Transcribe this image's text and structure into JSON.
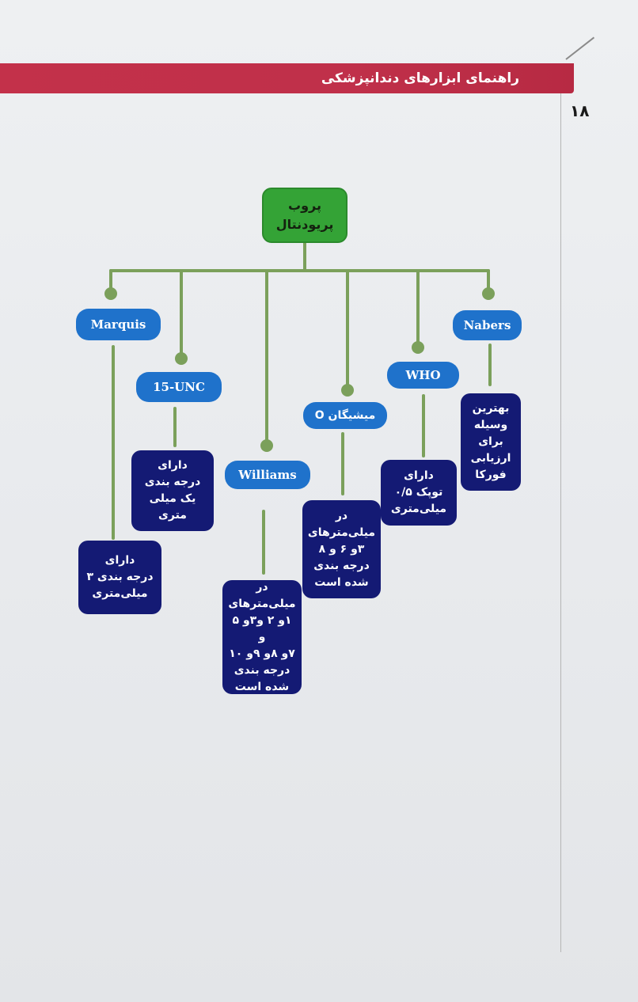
{
  "header": {
    "title": "راهنمای ابزارهای دندانپزشکی",
    "page_number": "۱۸"
  },
  "diagram": {
    "root": "پروب\nپریودنتال",
    "probes": [
      {
        "id": "marquis",
        "name": "Marquis",
        "description": "دارای\nدرجه بندی ۳\nمیلی‌متری"
      },
      {
        "id": "unc15",
        "name": "15-UNC",
        "description": "دارای\nدرجه بندی\nیک میلی\nمتری"
      },
      {
        "id": "williams",
        "name": "Williams",
        "description": "در\nمیلی‌مترهای\n۱و ۲ و۳و ۵ و\n۷و ۸و ۹و ۱۰\nدرجه بندی\nشده است"
      },
      {
        "id": "michigan",
        "name": "میشیگان O",
        "description": "در\nمیلی‌مترهای\n۳و ۶ و ۸\nدرجه بندی\nشده است"
      },
      {
        "id": "who",
        "name": "WHO",
        "description": "دارای\nتوپک ۰/۵\nمیلی‌متری"
      },
      {
        "id": "nabers",
        "name": "Nabers",
        "description": "بهترین\nوسیله\nبرای\nارزیابی\nفورکا"
      }
    ]
  },
  "colors": {
    "header_band": "#c0304a",
    "root_fill": "#34a336",
    "probe_fill": "#1f72cb",
    "description_fill": "#141a74",
    "connector": "#7ba05b"
  }
}
